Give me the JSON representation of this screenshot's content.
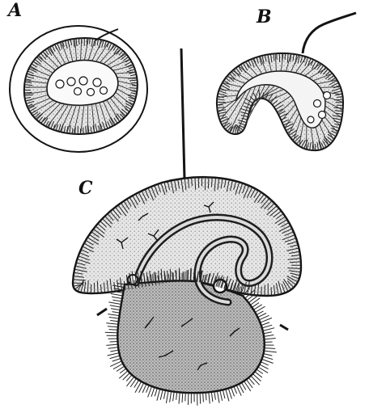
{
  "figure": {
    "labels": {
      "a": "A",
      "b": "B",
      "c": "C"
    },
    "colors": {
      "ink": "#141414",
      "paper": "#ffffff",
      "stipple": "#9a9a9a",
      "hatch": "#3a3a3a"
    }
  }
}
